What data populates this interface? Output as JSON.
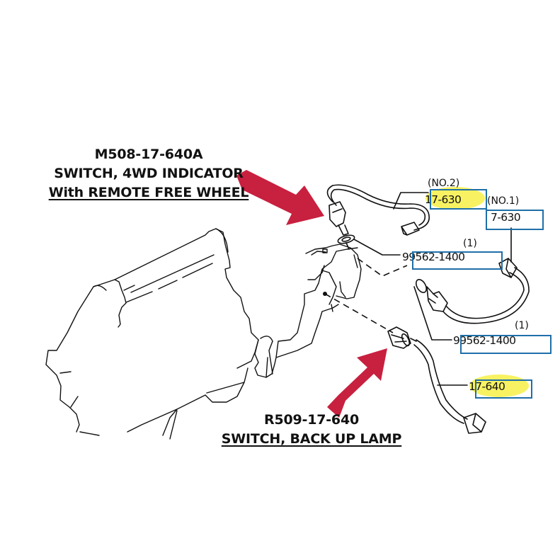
{
  "callouts": {
    "top": {
      "part_number": "M508-17-640A",
      "name": "SWITCH, 4WD INDICATOR",
      "note": "With REMOTE FREE WHEEL"
    },
    "bottom": {
      "part_number": "R509-17-640",
      "name": "SWITCH, BACK UP LAMP"
    }
  },
  "labels": {
    "no2_tag": "(NO.2)",
    "no2_part": "17-630",
    "no1_tag": "(NO.1)",
    "no1_part": "7-630",
    "qty_upper": "(1)",
    "washer_upper": "99562-1400",
    "qty_lower": "(1)",
    "washer_lower": "99562-1400",
    "backup_part": "17-640"
  },
  "colors": {
    "arrow": "#c8203f",
    "box": "#1f6fa8",
    "highlight": "#f7f046"
  }
}
